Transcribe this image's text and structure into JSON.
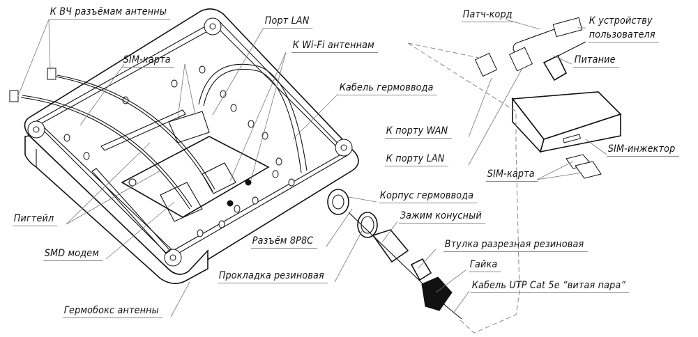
{
  "diagram": {
    "title": "Hermobox antenna assembly with SIM-injector (exploded view)",
    "labels": {
      "rf_connectors": "К ВЧ разъёмам антенны",
      "sim_card_box": "SIM-карта",
      "lan_port": "Порт LAN",
      "wifi_antennas": "К Wi-Fi антеннам",
      "gland_cable": "Кабель гермоввода",
      "pigtail": "Пигтейл",
      "smd_modem": "SMD модем",
      "antenna_box": "Гермобокс антенны",
      "connector_8p8c": "Разъём 8P8C",
      "rubber_gasket": "Прокладка резиновая",
      "gland_body": "Корпус гермоввода",
      "cone_clamp": "Зажим конусный",
      "split_bushing": "Втулка разрезная резиновая",
      "nut": "Гайка",
      "utp_cable": "Кабель UTP Cat 5e “витая пара”",
      "patch_cord": "Патч-корд",
      "to_user_device_line1": "К устройству",
      "to_user_device_line2": "пользователя",
      "power": "Питание",
      "to_wan_port": "К порту WAN",
      "to_lan_port": "К порту LAN",
      "sim_injector": "SIM-инжектор",
      "sim_card_injector": "SIM-карта"
    }
  }
}
